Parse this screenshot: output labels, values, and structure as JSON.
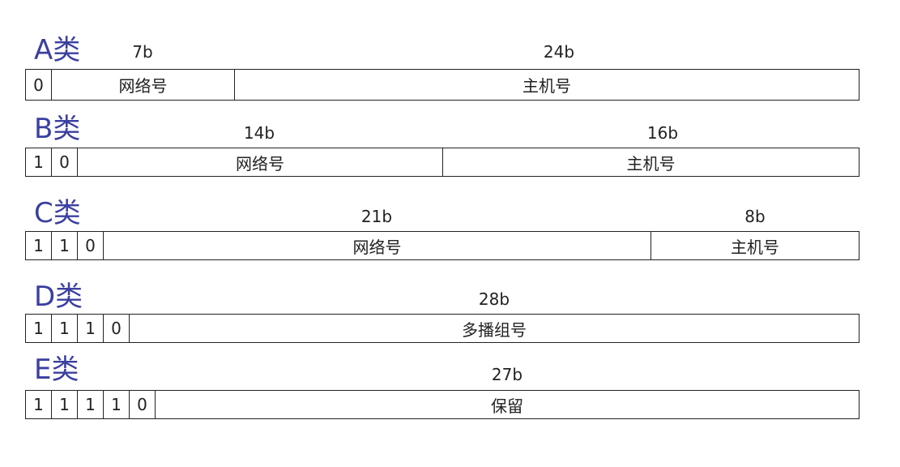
{
  "classes": [
    {
      "label": "A类",
      "prefix_bits": [
        "0"
      ],
      "bit_widths": [
        "7b",
        "24b"
      ],
      "fields": [
        "网络号",
        "主机号"
      ]
    },
    {
      "label": "B类",
      "prefix_bits": [
        "1",
        "0"
      ],
      "bit_widths": [
        "14b",
        "16b"
      ],
      "fields": [
        "网络号",
        "主机号"
      ]
    },
    {
      "label": "C类",
      "prefix_bits": [
        "1",
        "1",
        "0"
      ],
      "bit_widths": [
        "21b",
        "8b"
      ],
      "fields": [
        "网络号",
        "主机号"
      ]
    },
    {
      "label": "D类",
      "prefix_bits": [
        "1",
        "1",
        "1",
        "0"
      ],
      "bit_widths": [
        "28b"
      ],
      "fields": [
        "多播组号"
      ]
    },
    {
      "label": "E类",
      "prefix_bits": [
        "1",
        "1",
        "1",
        "1",
        "0"
      ],
      "bit_widths": [
        "27b"
      ],
      "fields": [
        "保留"
      ]
    }
  ]
}
